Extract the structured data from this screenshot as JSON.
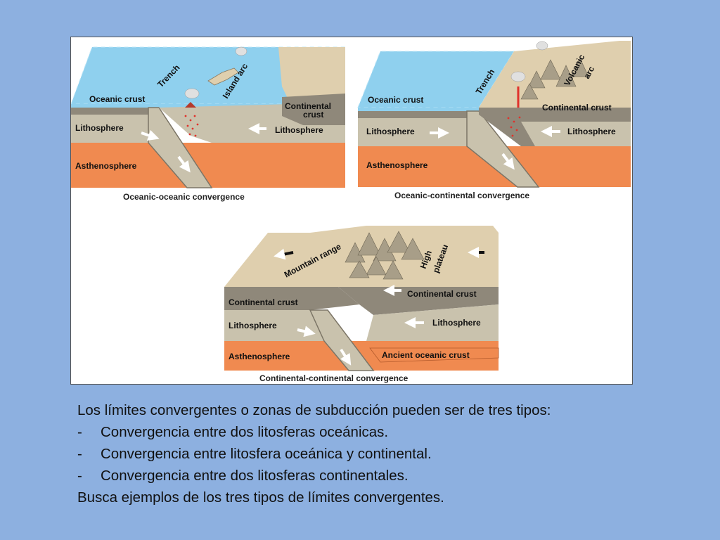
{
  "colors": {
    "background": "#8db0e0",
    "ocean": "#8fd0ee",
    "lithosphere": "#c9c2ad",
    "asthenosphere": "#f08a50",
    "continental_crust": "#8f887a",
    "land_surface": "#dfcfae",
    "magma": "#e0322c"
  },
  "diagrams": {
    "oo": {
      "caption": "Oceanic-oceanic convergence",
      "labels": {
        "oceanic_crust": "Oceanic crust",
        "trench": "Trench",
        "island_arc": "Island arc",
        "continental_crust_1": "Continental",
        "continental_crust_2": "crust",
        "lithosphere_left": "Lithosphere",
        "lithosphere_right": "Lithosphere",
        "asthenosphere": "Asthenosphere"
      }
    },
    "oc": {
      "caption": "Oceanic-continental convergence",
      "labels": {
        "oceanic_crust": "Oceanic crust",
        "trench": "Trench",
        "volcanic_1": "Volcanic",
        "volcanic_2": "arc",
        "continental_crust": "Continental crust",
        "lithosphere_left": "Lithosphere",
        "lithosphere_right": "Lithosphere",
        "asthenosphere": "Asthenosphere"
      }
    },
    "cc": {
      "caption": "Continental-continental convergence",
      "labels": {
        "mountain_range": "Mountain range",
        "high_1": "High",
        "high_2": "plateau",
        "continental_crust_left": "Continental crust",
        "continental_crust_right": "Continental crust",
        "lithosphere_left": "Lithosphere",
        "lithosphere_right": "Lithosphere",
        "asthenosphere": "Asthenosphere",
        "ancient_crust": "Ancient oceanic crust"
      }
    }
  },
  "text": {
    "intro": "Los límites convergentes o zonas de subducción pueden ser de tres tipos:",
    "bullets": [
      "Convergencia entre dos litosferas oceánicas.",
      "Convergencia entre litosfera oceánica y continental.",
      "Convergencia entre dos litosferas continentales."
    ],
    "bullet_marker": "-",
    "closing": "Busca ejemplos de los tres tipos de límites convergentes."
  }
}
